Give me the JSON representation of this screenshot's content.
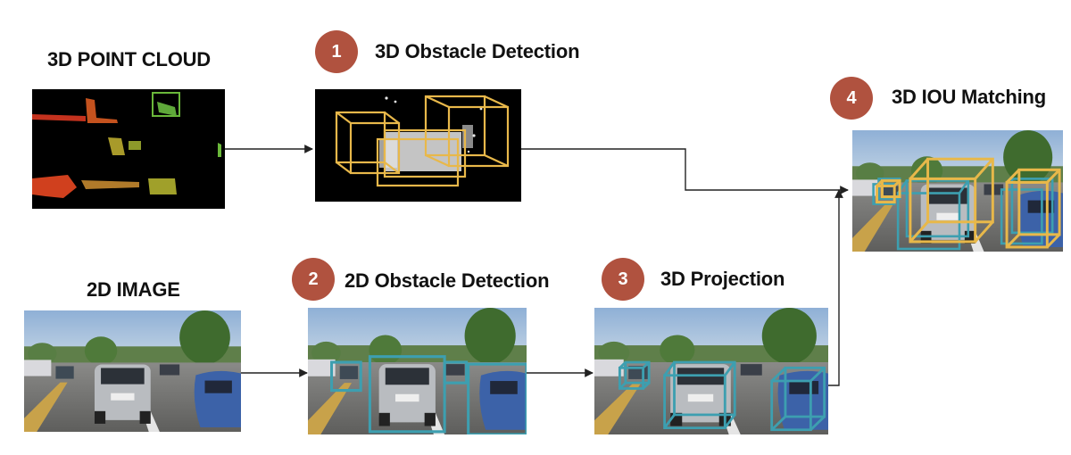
{
  "labels": {
    "point_cloud": "3D POINT CLOUD",
    "image_2d": "2D IMAGE"
  },
  "steps": [
    {
      "number": "1",
      "title": "3D Obstacle Detection"
    },
    {
      "number": "2",
      "title": "2D Obstacle Detection"
    },
    {
      "number": "3",
      "title": "3D Projection"
    },
    {
      "number": "4",
      "title": "3D IOU Matching"
    }
  ],
  "colors": {
    "badge": "#b0523f",
    "box_3d": "#e8b84a",
    "box_2d": "#3d9fb0",
    "arrow": "#222222"
  }
}
